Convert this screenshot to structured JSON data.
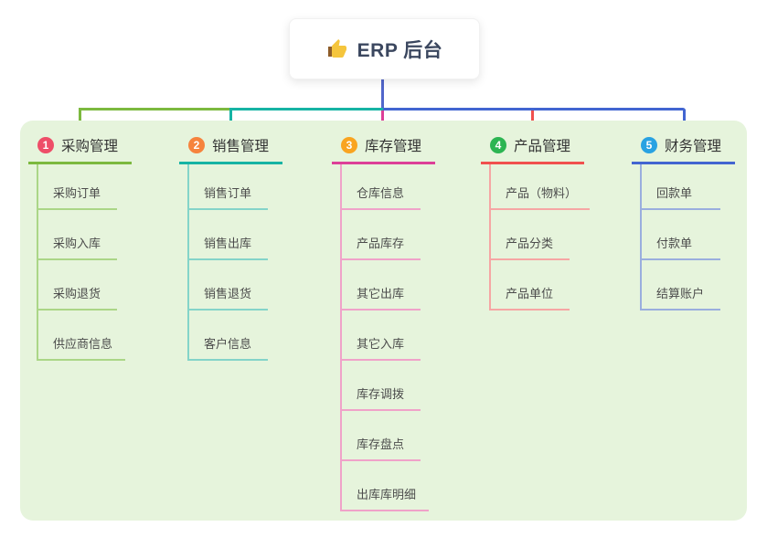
{
  "root": {
    "label": "ERP 后台",
    "icon": "thumbs-up-icon"
  },
  "connectors": {
    "trunk_color": "#5166cb"
  },
  "panel_color": "#e6f4dc",
  "branches": [
    {
      "badge": "1",
      "label": "采购管理",
      "color": "#7cb93f",
      "light_color": "#abd687",
      "badge_color": "#ee4e68",
      "children": [
        "采购订单",
        "采购入库",
        "采购退货",
        "供应商信息"
      ]
    },
    {
      "badge": "2",
      "label": "销售管理",
      "color": "#16b3a4",
      "light_color": "#84d4c9",
      "badge_color": "#f6833d",
      "children": [
        "销售订单",
        "销售出库",
        "销售退货",
        "客户信息"
      ]
    },
    {
      "badge": "3",
      "label": "库存管理",
      "color": "#dd3f98",
      "light_color": "#f0a2c9",
      "badge_color": "#f9a420",
      "children": [
        "仓库信息",
        "产品库存",
        "其它出库",
        "其它入库",
        "库存调拨",
        "库存盘点",
        "出库库明细"
      ]
    },
    {
      "badge": "4",
      "label": "产品管理",
      "color": "#f0504e",
      "light_color": "#f6a6a4",
      "badge_color": "#2cb552",
      "children": [
        "产品（物料）",
        "产品分类",
        "产品单位"
      ]
    },
    {
      "badge": "5",
      "label": "财务管理",
      "color": "#4265d1",
      "light_color": "#9aaede",
      "badge_color": "#29a2e2",
      "children": [
        "回款单",
        "付款单",
        "结算账户"
      ]
    }
  ]
}
